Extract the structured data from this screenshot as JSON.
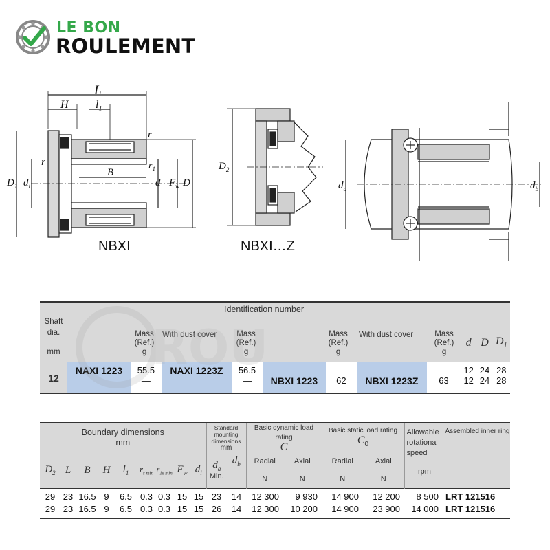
{
  "logo": {
    "line1": "LE BON",
    "line2": "ROULEMENT",
    "accent": "#34a84a"
  },
  "drawings": {
    "labels": {
      "L": "L",
      "H": "H",
      "l1": "l",
      "l1_sub": "1",
      "r": "r",
      "r1": "r",
      "r1_sub": "1",
      "B": "B",
      "d": "d",
      "Fw": "F",
      "Fw_sub": "w",
      "D": "D",
      "D1": "D",
      "D1_sub": "1",
      "di": "d",
      "di_sub": "i",
      "D2": "D",
      "D2_sub": "2",
      "da": "d",
      "da_sub": "a",
      "db": "d",
      "db_sub": "b"
    },
    "caption_left": "NBXI",
    "caption_mid": "NBXI…Z"
  },
  "table1": {
    "shaft": {
      "l1": "Shaft",
      "l2": "dia.",
      "l3": "mm",
      "value": "12"
    },
    "ident_title": "Identification number",
    "mass_label": {
      "l1": "Mass",
      "l2": "(Ref.)",
      "l3": "g"
    },
    "with_dust_cover": "With dust cover",
    "dash": "—",
    "row1": {
      "naxi": "NAXI 1223",
      "mass1": "55.5",
      "naxiz": "NAXI 1223Z",
      "mass2": "56.5",
      "nbxi": "NBXI 1223",
      "mass3": "62",
      "nbxiz": "NBXI 1223Z",
      "mass4": "63"
    },
    "dims_head": {
      "d": "d",
      "D": "D",
      "D1": "D",
      "D1_sub": "1"
    },
    "dims_rows": [
      [
        "12",
        "24",
        "28"
      ],
      [
        "12",
        "24",
        "28"
      ]
    ]
  },
  "table2": {
    "boundary": {
      "l1": "Boundary dimensions",
      "l2": "mm"
    },
    "mounting": {
      "l1": "Standard mounting",
      "l2": "dimensions",
      "l3": "mm",
      "min": "Min."
    },
    "dyn": {
      "l1": "Basic dynamic load rating",
      "sym": "C",
      "radial": "Radial",
      "axial": "Axial",
      "unit": "N"
    },
    "stat": {
      "l1": "Basic static load rating",
      "sym": "C",
      "sym_sub": "0",
      "radial": "Radial",
      "axial": "Axial",
      "unit": "N"
    },
    "speed": {
      "l1": "Allowable",
      "l2": "rotational",
      "l3": "speed",
      "unit": "rpm"
    },
    "inner": "Assembled inner ring",
    "cols": {
      "D2": "D",
      "D2_sub": "2",
      "L": "L",
      "B": "B",
      "H": "H",
      "l1": "l",
      "l1_sub": "1",
      "rs": "r",
      "rs_sub": "s min",
      "r1s": "r",
      "r1s_sub": "1s min",
      "Fw": "F",
      "Fw_sub": "w",
      "di": "d",
      "di_sub": "i",
      "da": "d",
      "da_sub": "a",
      "db": "d",
      "db_sub": "b"
    },
    "rows": [
      {
        "D2": "29",
        "L": "23",
        "B": "16.5",
        "H": "9",
        "l1": "6.5",
        "rs": "0.3",
        "r1s": "0.3",
        "Fw": "15",
        "di": "15",
        "da": "23",
        "db": "14",
        "cr": "12 300",
        "ca": "9 930",
        "c0r": "14 900",
        "c0a": "12 200",
        "speed": "8 500",
        "ring": "LRT 121516"
      },
      {
        "D2": "29",
        "L": "23",
        "B": "16.5",
        "H": "9",
        "l1": "6.5",
        "rs": "0.3",
        "r1s": "0.3",
        "Fw": "15",
        "di": "15",
        "da": "26",
        "db": "14",
        "cr": "12 300",
        "ca": "10 200",
        "c0r": "14 900",
        "c0a": "23 900",
        "speed": "14 000",
        "ring": "LRT 121516"
      }
    ]
  }
}
